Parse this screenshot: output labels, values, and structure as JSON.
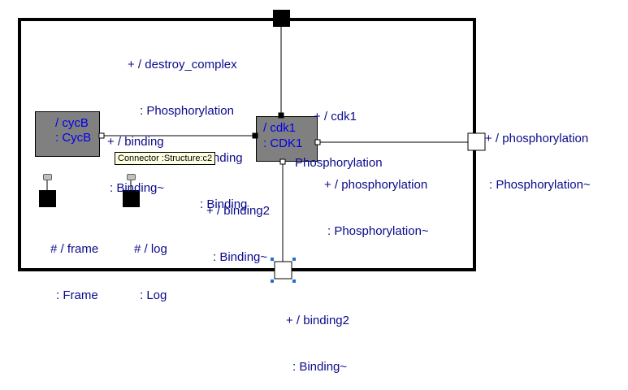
{
  "colors": {
    "label": "#0a0a8c",
    "part_fill": "#808080",
    "part_text": "#0000ee",
    "tooltip_bg": "#ffffe1",
    "selection": "#1f6fd0"
  },
  "ports": {
    "destroy_complex": {
      "line1": "+ / destroy_complex",
      "line2": ": Phosphorylation"
    },
    "phosphorylation_outer": {
      "line1": "+ / phosphorylation",
      "line2": ": Phosphorylation~"
    },
    "binding2_outer": {
      "line1": "+ / binding2",
      "line2": ": Binding~"
    },
    "frame": {
      "line1": "# / frame",
      "line2": ": Frame"
    },
    "log": {
      "line1": "# / log",
      "line2": ": Log"
    }
  },
  "parts": {
    "cycB": {
      "name": "/ cycB",
      "type": ": CycB",
      "port_binding": {
        "line1": "+ / binding",
        "line2": ": Binding~"
      }
    },
    "cdk1": {
      "name": "/ cdk1",
      "type": ": CDK1",
      "port_cdk1": {
        "line1": "+ / cdk1",
        "line2": "Phosphorylation"
      },
      "port_binding": {
        "line1": "+ / binding",
        "line2": ": Binding"
      },
      "port_phosphorylation": {
        "line1": "+ / phosphorylation",
        "line2": ": Phosphorylation~"
      },
      "port_binding2": {
        "line1": "+ / binding2",
        "line2": ": Binding~"
      }
    }
  },
  "tooltip": "Connector :Structure:c2"
}
